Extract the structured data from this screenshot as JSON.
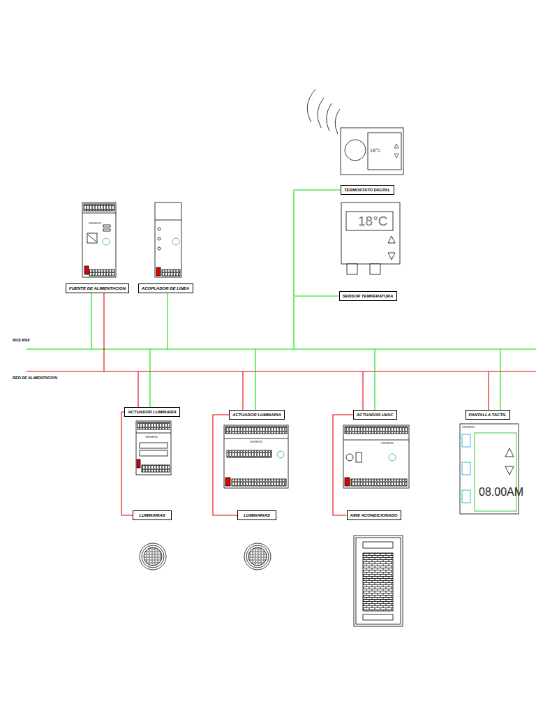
{
  "diagram": {
    "nodes": [
      {
        "text": [
          "FUENTE DE ALIMENTACION"
        ]
      },
      {
        "text": [
          "ACOPLADOR DE LINEA"
        ]
      },
      {
        "text": [
          "TERMOSTATO DIGITAL"
        ]
      },
      {
        "text": [
          "SENSOR TEMPERATURA"
        ]
      },
      {
        "text": [
          "ACTUADOR LUMINARIA"
        ]
      },
      {
        "text": [
          "ACTUADOR LUMINARIA"
        ]
      },
      {
        "text": [
          "ACTUADOR HVAC"
        ]
      },
      {
        "text": [
          "PANTALLA TACTIL"
        ]
      },
      {
        "text": [
          "LUMINARIAS"
        ]
      },
      {
        "text": [
          "LUMINARIAS"
        ]
      },
      {
        "text": [
          "AIRE ACONDICIONADO"
        ]
      }
    ],
    "edges": [
      {
        "from": 2,
        "to": 3,
        "arrow": "none"
      },
      {
        "from": 4,
        "to": 8,
        "arrow": "none"
      },
      {
        "from": 5,
        "to": 9,
        "arrow": "none"
      },
      {
        "from": 6,
        "to": 10,
        "arrow": "none"
      }
    ],
    "labels": [
      "BUS KNX",
      "RED DE ALIMENTACION",
      "SIEMENS",
      "SIEMENS",
      "SIEMENS",
      "SIEMENS",
      "SIEMENS",
      "18°C",
      "18°C",
      "08.00AM"
    ]
  }
}
